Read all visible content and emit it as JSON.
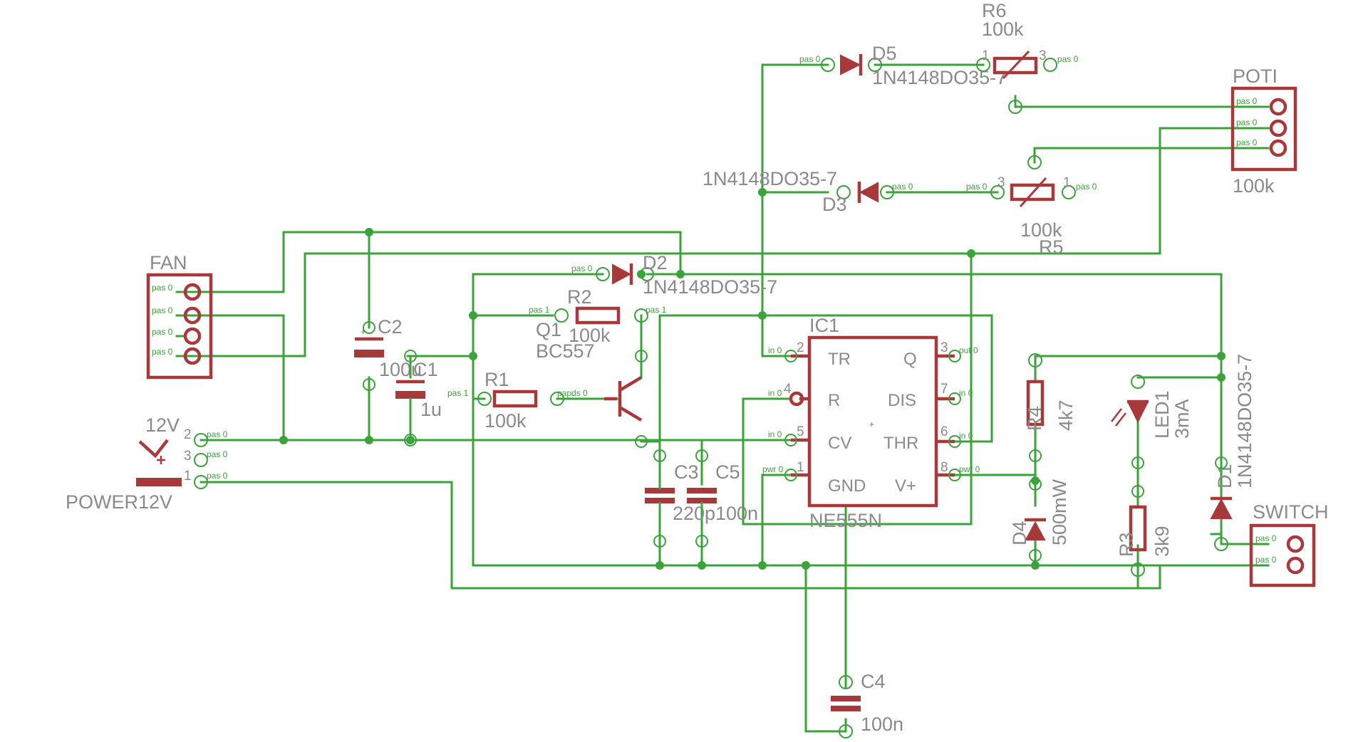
{
  "components": {
    "fan": {
      "name": "FAN"
    },
    "poti": {
      "name": "POTI",
      "value": "100k"
    },
    "power": {
      "name": "POWER12V",
      "voltage": "12V"
    },
    "switch": {
      "name": "SWITCH"
    },
    "ic1": {
      "name": "IC1",
      "part": "NE555N",
      "pins": {
        "tr": "TR",
        "q": "Q",
        "r": "R",
        "dis": "DIS",
        "cv": "CV",
        "thr": "THR",
        "gnd": "GND",
        "vplus": "V+"
      },
      "pin_numbers": {
        "tr": "2",
        "q": "3",
        "r": "4",
        "dis": "7",
        "cv": "5",
        "thr": "6",
        "gnd": "1",
        "vplus": "8"
      },
      "pin_labels": {
        "tr": "in 0",
        "q": "out 0",
        "r": "in 0",
        "dis": "in 0",
        "cv": "in 0",
        "thr": "in 0",
        "gnd": "pwr 0",
        "vplus": "pwr 0"
      }
    },
    "r1": {
      "name": "R1",
      "value": "100k"
    },
    "r2": {
      "name": "R2",
      "value": "100k"
    },
    "r3": {
      "name": "R3",
      "value": "3k9"
    },
    "r4": {
      "name": "R4",
      "value": "4k7"
    },
    "r5": {
      "name": "R5",
      "value": "100k"
    },
    "r6": {
      "name": "R6",
      "value": "100k"
    },
    "c1": {
      "name": "C1",
      "value": "1u"
    },
    "c2": {
      "name": "C2",
      "value": "100u"
    },
    "c3": {
      "name": "C3",
      "value": "220p"
    },
    "c4": {
      "name": "C4",
      "value": "100n"
    },
    "c5": {
      "name": "C5",
      "value": "100n"
    },
    "d1": {
      "name": "D1",
      "value": "1N4148DO35-7"
    },
    "d2": {
      "name": "D2",
      "value": "1N4148DO35-7"
    },
    "d3": {
      "name": "D3",
      "value": "1N4148DO35-7"
    },
    "d4": {
      "name": "D4",
      "value": "500mW"
    },
    "d5": {
      "name": "D5",
      "value": "1N4148DO35-7"
    },
    "led1": {
      "name": "LED1",
      "value": "3mA"
    },
    "q1": {
      "name": "Q1",
      "value": "BC557"
    }
  },
  "pin_text": {
    "pas0": "pas 0",
    "pas1": "pas 1",
    "papds": "papds 0",
    "n1": "1",
    "n2": "2",
    "n3": "3",
    "n4": "4",
    "plus": "+"
  }
}
